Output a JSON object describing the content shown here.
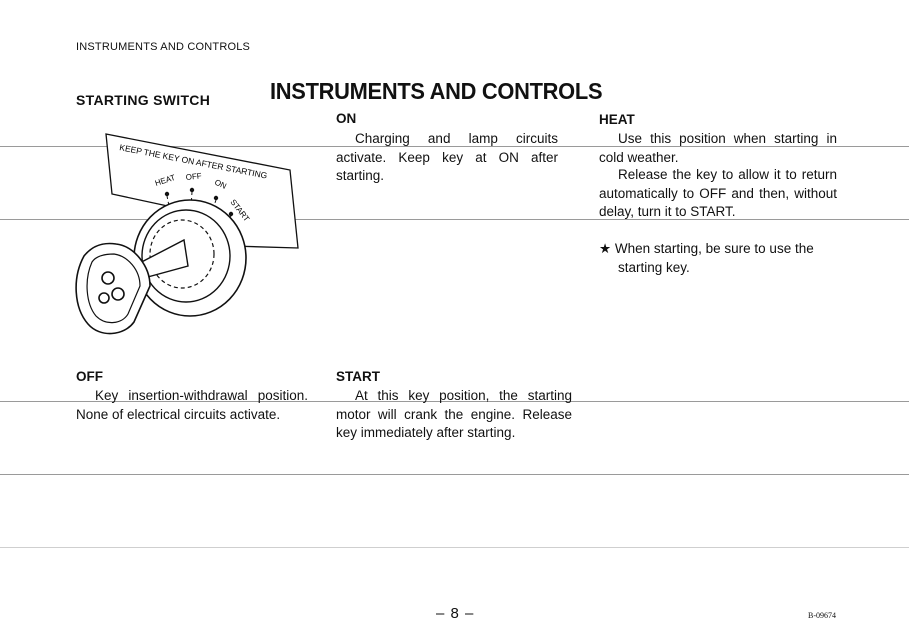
{
  "header": {
    "running_head": "INSTRUMENTS AND CONTROLS",
    "title": "INSTRUMENTS AND CONTROLS"
  },
  "section": {
    "title": "STARTING SWITCH"
  },
  "figure": {
    "caption_text": "KEEP THE KEY ON AFTER STARTING",
    "labels": [
      "HEAT",
      "OFF",
      "ON",
      "START"
    ]
  },
  "positions": {
    "on": {
      "heading": "ON",
      "text": "Charging and lamp circuits activate. Keep key at ON after starting."
    },
    "heat": {
      "heading": "HEAT",
      "text1": "Use this position when starting in cold weather.",
      "text2": "Release the key to allow it to return automatically to OFF and then, without delay, turn it to START.",
      "note": "★ When starting, be sure to use the starting key."
    },
    "off": {
      "heading": "OFF",
      "text": "Key insertion-withdrawal position. None of electrical circuits activate."
    },
    "start": {
      "heading": "START",
      "text": "At this key position, the starting motor will crank the engine. Release key immediately after starting."
    }
  },
  "footer": {
    "page_number": "– 8 –",
    "code": "B-09674"
  }
}
